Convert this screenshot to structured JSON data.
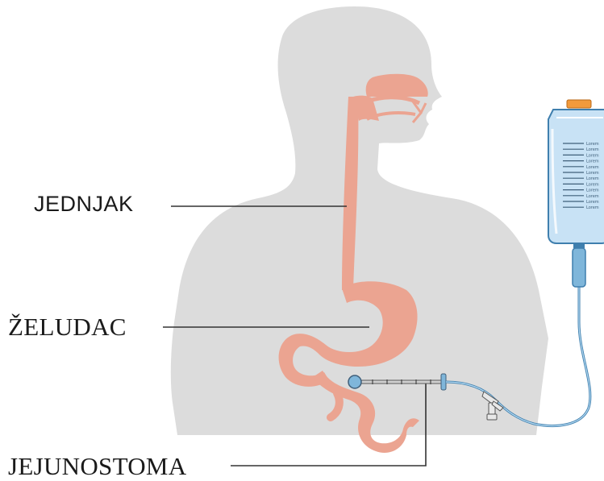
{
  "labels": {
    "esophagus": "JEDNJAK",
    "stomach": "ŽELUDAC",
    "jejunostomy": "JEJUNOSTOMA"
  },
  "bag": {
    "graduation_text": "Lorem",
    "graduation_count": 12
  },
  "colors": {
    "body": "#dcdcdc",
    "organ": "#eba491",
    "bag_fill": "#c8e2f5",
    "bag_outline": "#3f7fae",
    "cap": "#f29a3c",
    "tube": "#7fb6da",
    "leader": "#333333"
  },
  "icons": {
    "bag": "enteral-feeding-bag-icon",
    "tube": "feeding-tube-icon"
  }
}
